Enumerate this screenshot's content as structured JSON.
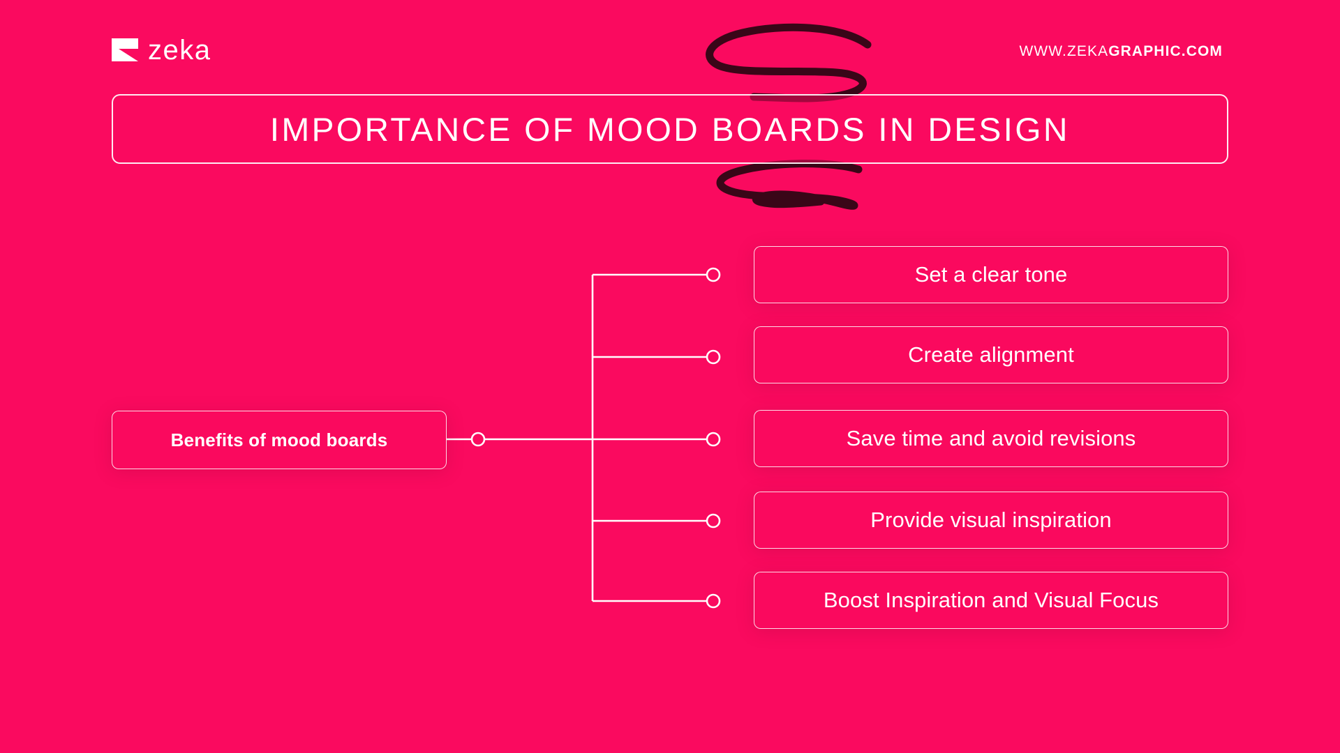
{
  "background_color": "#FA0A5F",
  "accent_color": "#FFFFFF",
  "scribble_color": "#2B0612",
  "header": {
    "logo_word": "zeka",
    "logo_mark_icon": "zeka-angular-mark-icon",
    "url_light": "WWW.ZEKA",
    "url_bold": "GRAPHIC.COM"
  },
  "title": {
    "text": "IMPORTANCE OF MOOD BOARDS IN DESIGN"
  },
  "diagram": {
    "root": {
      "label": "Benefits of mood boards"
    },
    "branches": [
      {
        "label": "Set a clear tone"
      },
      {
        "label": "Create alignment"
      },
      {
        "label": "Save time and avoid revisions"
      },
      {
        "label": "Provide visual inspiration"
      },
      {
        "label": "Boost Inspiration and Visual Focus"
      }
    ]
  }
}
